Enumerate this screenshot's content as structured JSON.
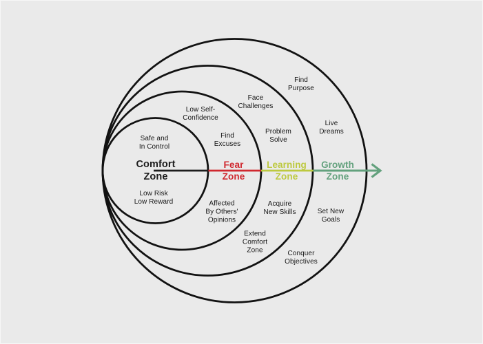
{
  "background": "#eaeaea",
  "circle_stroke": "#121212",
  "zones": [
    {
      "label": "Comfort\nZone",
      "color": "#1c1c1c",
      "items": [
        "Safe and\nIn Control",
        "Low Risk\nLow Reward"
      ]
    },
    {
      "label": "Fear\nZone",
      "color": "#d0282f",
      "items": [
        "Low Self-\nConfidence",
        "Find\nExcuses",
        "Affected\nBy Others'\nOpinions"
      ]
    },
    {
      "label": "Learning\nZone",
      "color": "#bdc93f",
      "items": [
        "Face\nChallenges",
        "Problem\nSolve",
        "Acquire\nNew Skills",
        "Extend\nComfort\nZone"
      ]
    },
    {
      "label": "Growth\nZone",
      "color": "#63a17d",
      "items": [
        "Find\nPurpose",
        "Live\nDreams",
        "Set New\nGoals",
        "Conquer\nObjectives"
      ]
    }
  ]
}
